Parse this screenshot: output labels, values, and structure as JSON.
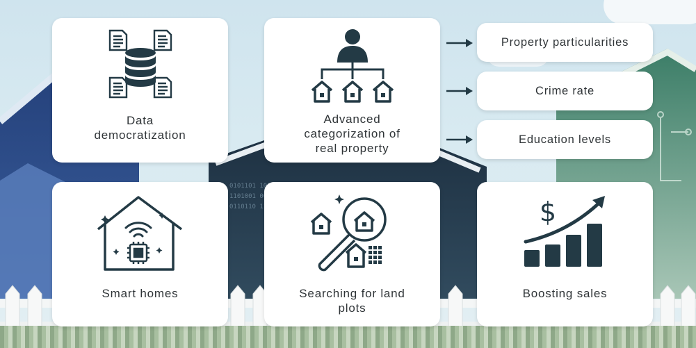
{
  "cards": [
    {
      "id": "data",
      "label_line1": "Data",
      "label_line2": "democratization",
      "icon": "database-documents-icon"
    },
    {
      "id": "categorization",
      "label_line1": "Advanced",
      "label_line2": "categorization of",
      "label_line3": "real property",
      "icon": "person-hierarchy-houses-icon"
    },
    {
      "id": "smart",
      "label": "Smart homes",
      "icon": "smart-home-wifi-chip-icon"
    },
    {
      "id": "search",
      "label_line1": "Searching for land",
      "label_line2": "plots",
      "icon": "magnifier-houses-icon"
    },
    {
      "id": "sales",
      "label": "Boosting sales",
      "icon": "dollar-growth-chart-icon"
    }
  ],
  "subcategories": [
    {
      "label": "Property particularities"
    },
    {
      "label": "Crime rate"
    },
    {
      "label": "Education levels"
    }
  ],
  "colors": {
    "icon": "#233a45",
    "text": "#2f3437",
    "card": "#ffffff"
  }
}
